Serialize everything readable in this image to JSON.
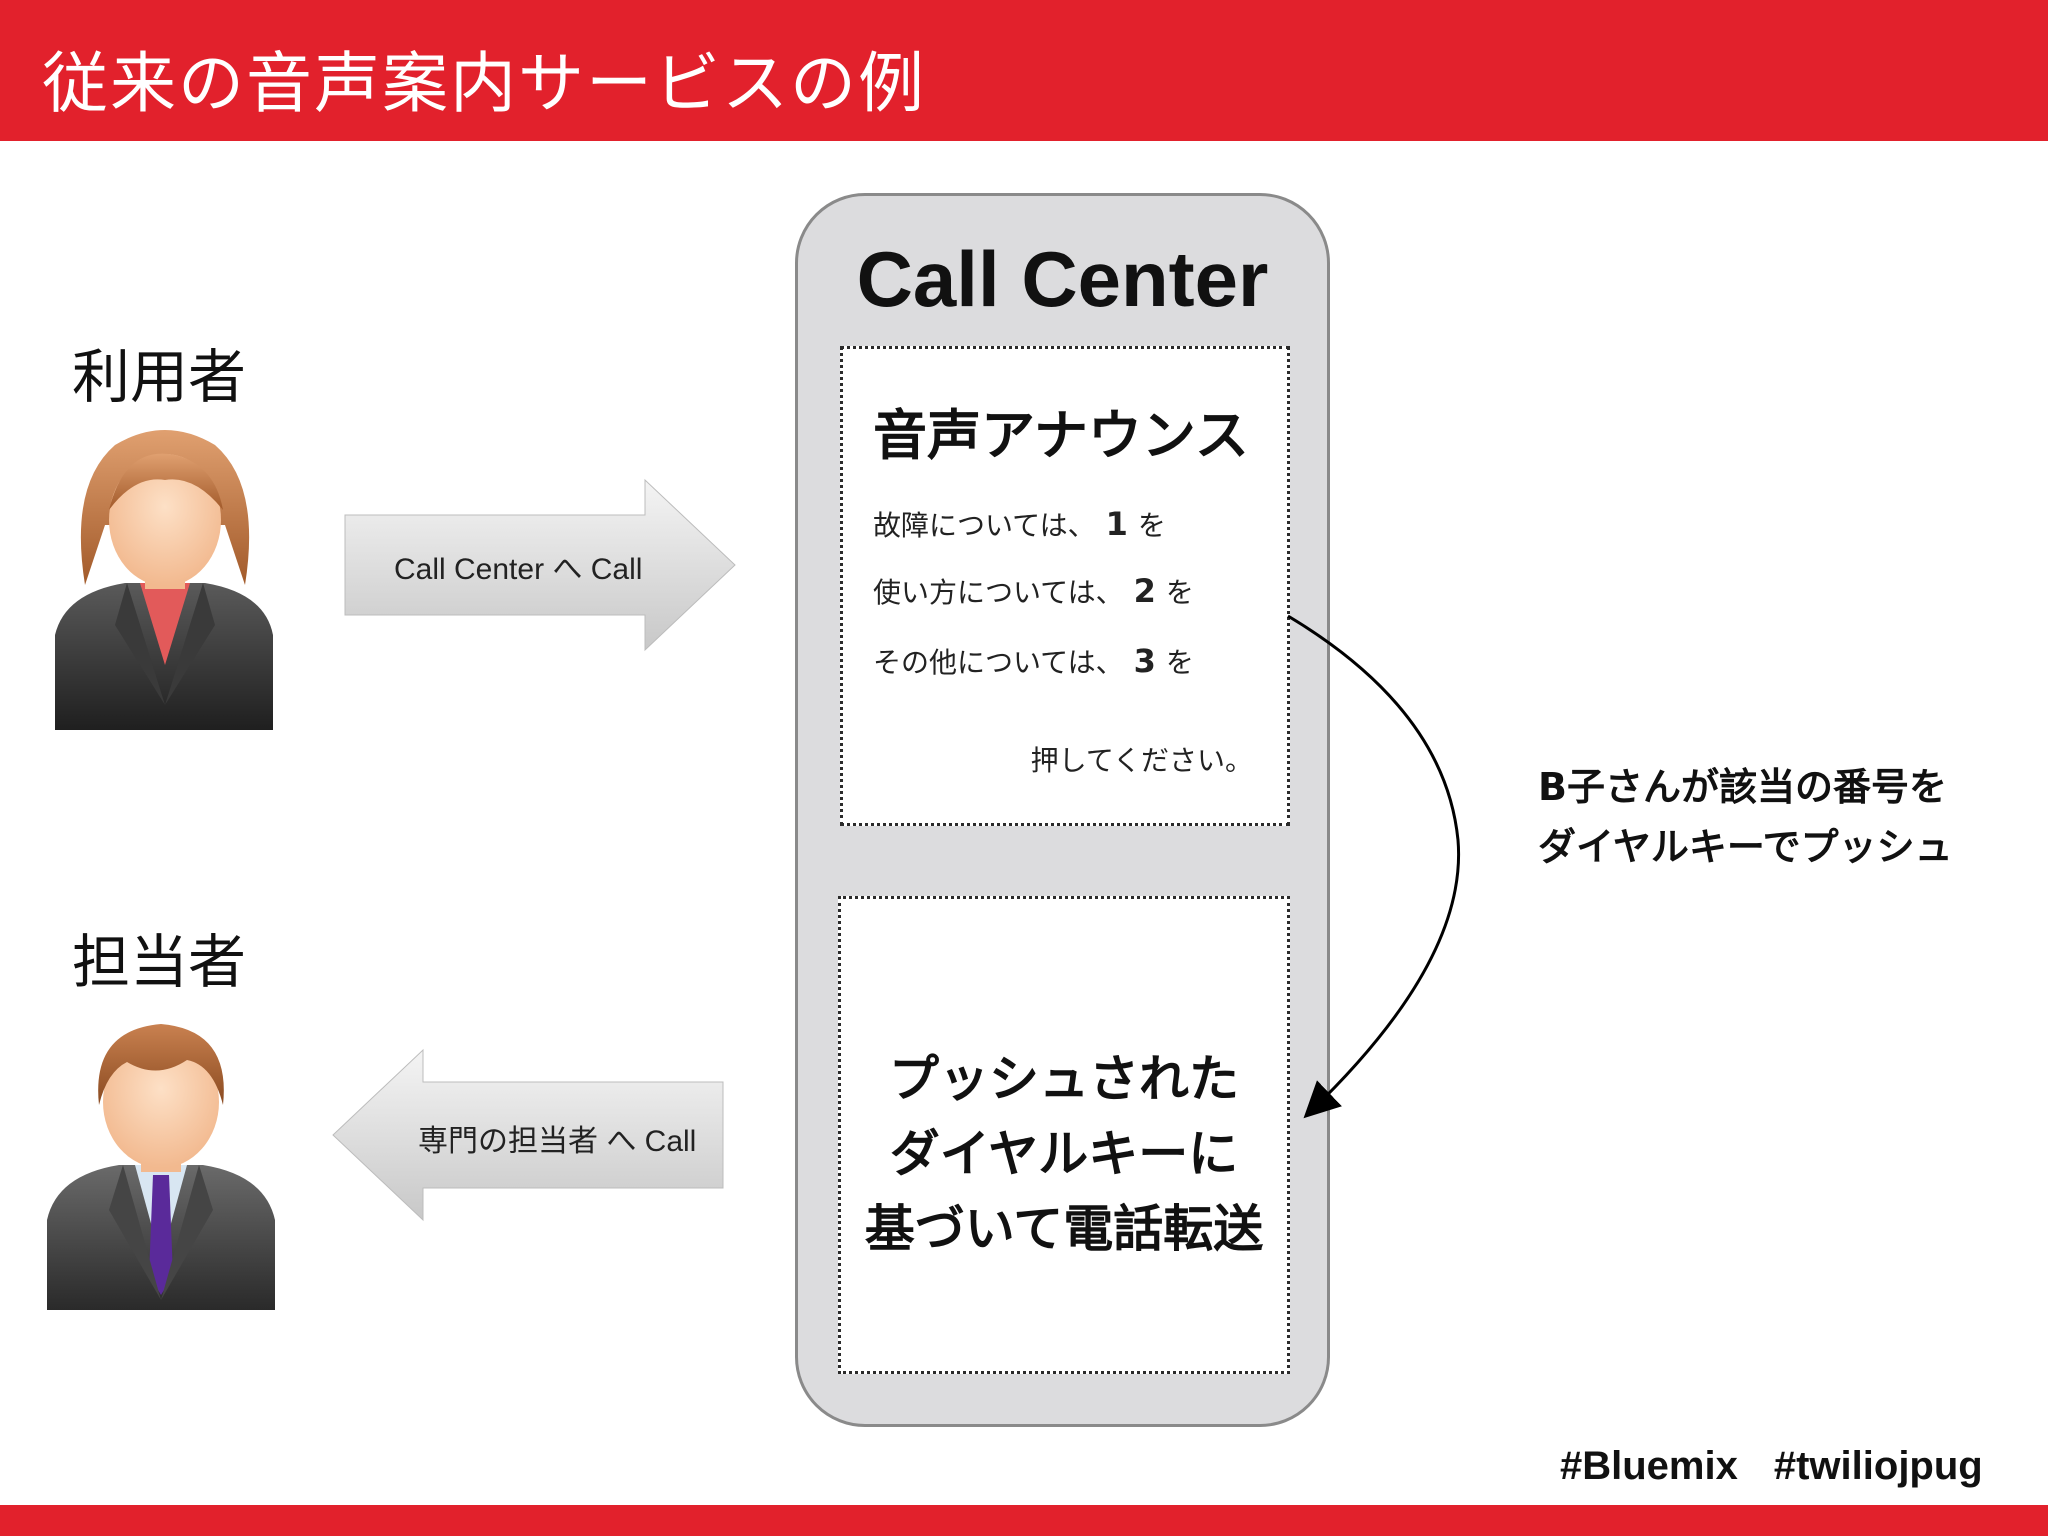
{
  "header": {
    "title": "従来の音声案内サービスの例"
  },
  "user": {
    "label": "利用者"
  },
  "agent": {
    "label": "担当者"
  },
  "arrow_to_center": {
    "label": "Call Center へ Call"
  },
  "arrow_to_agent": {
    "label": "専門の担当者 へ Call"
  },
  "call_center": {
    "title": "Call Center",
    "announcement": {
      "title": "音声アナウンス",
      "options": [
        {
          "text": "故障については、",
          "number": "1",
          "suffix": "を"
        },
        {
          "text": "使い方については、",
          "number": "2",
          "suffix": "を"
        },
        {
          "text": "その他については、",
          "number": "3",
          "suffix": "を"
        }
      ],
      "closing": "押してください。"
    },
    "transfer": {
      "lines": [
        "プッシュされた",
        "ダイヤルキーに",
        "基づいて電話転送"
      ]
    }
  },
  "push_note": {
    "lines": [
      "B子さんが該当の番号を",
      "ダイヤルキーでプッシュ"
    ]
  },
  "footer": {
    "hashtags": [
      "#Bluemix",
      "#twiliojpug"
    ]
  },
  "colors": {
    "accent": "#e2212c",
    "panel": "#dcdcde"
  }
}
